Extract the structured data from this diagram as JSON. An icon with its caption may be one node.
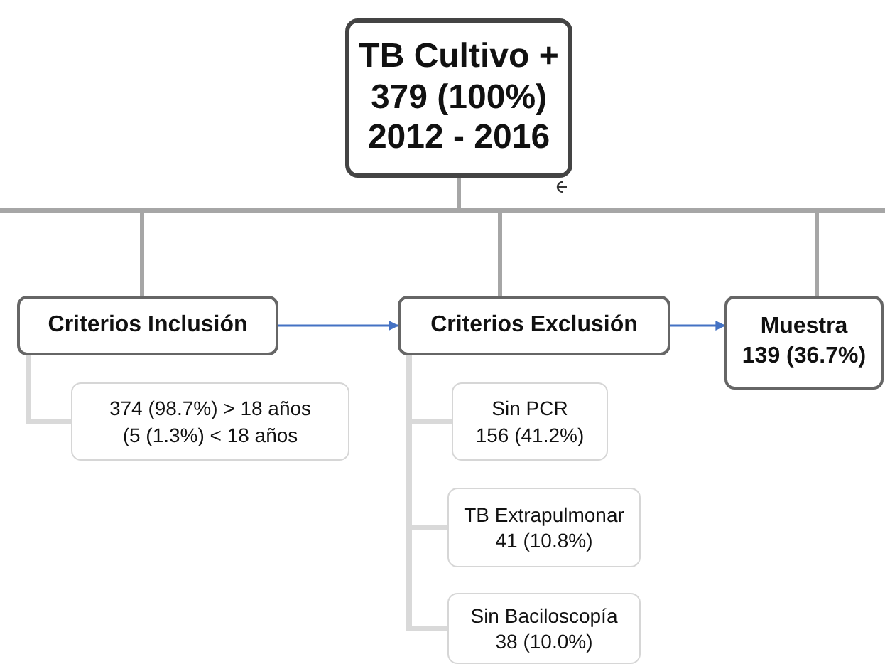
{
  "diagram": {
    "nodes": [
      {
        "text": [
          "TB Cultivo + 379 (100%) 2012 - 2016"
        ]
      },
      {
        "text": [
          "Criterios Inclusión"
        ]
      },
      {
        "text": [
          "374 (98.7%) > 18 años (5 (1.3%) < 18 años"
        ]
      },
      {
        "text": [
          "Criterios Exclusión"
        ]
      },
      {
        "text": [
          "Sin PCR 156 (41.2%)"
        ]
      },
      {
        "text": [
          "TB Extrapulmonar 41 (10.8%)"
        ]
      },
      {
        "text": [
          "Sin Baciloscopía 38 (10.0%)"
        ]
      },
      {
        "text": [
          "Muestra 139 (36.7%)"
        ]
      }
    ],
    "edges": [
      {
        "from": 0,
        "to": 1,
        "arrow": "none",
        "color": "#a6a6a6"
      },
      {
        "from": 0,
        "to": 3,
        "arrow": "none",
        "color": "#a6a6a6"
      },
      {
        "from": 0,
        "to": 7,
        "arrow": "none",
        "color": "#a6a6a6"
      },
      {
        "from": 1,
        "to": 3,
        "arrow": "to",
        "color": "#4472c4"
      },
      {
        "from": 3,
        "to": 7,
        "arrow": "to",
        "color": "#4472c4"
      },
      {
        "from": 1,
        "to": 2,
        "arrow": "none"
      },
      {
        "from": 3,
        "to": 4,
        "arrow": "none"
      },
      {
        "from": 3,
        "to": 5,
        "arrow": "none"
      },
      {
        "from": 3,
        "to": 6,
        "arrow": "none"
      }
    ]
  }
}
